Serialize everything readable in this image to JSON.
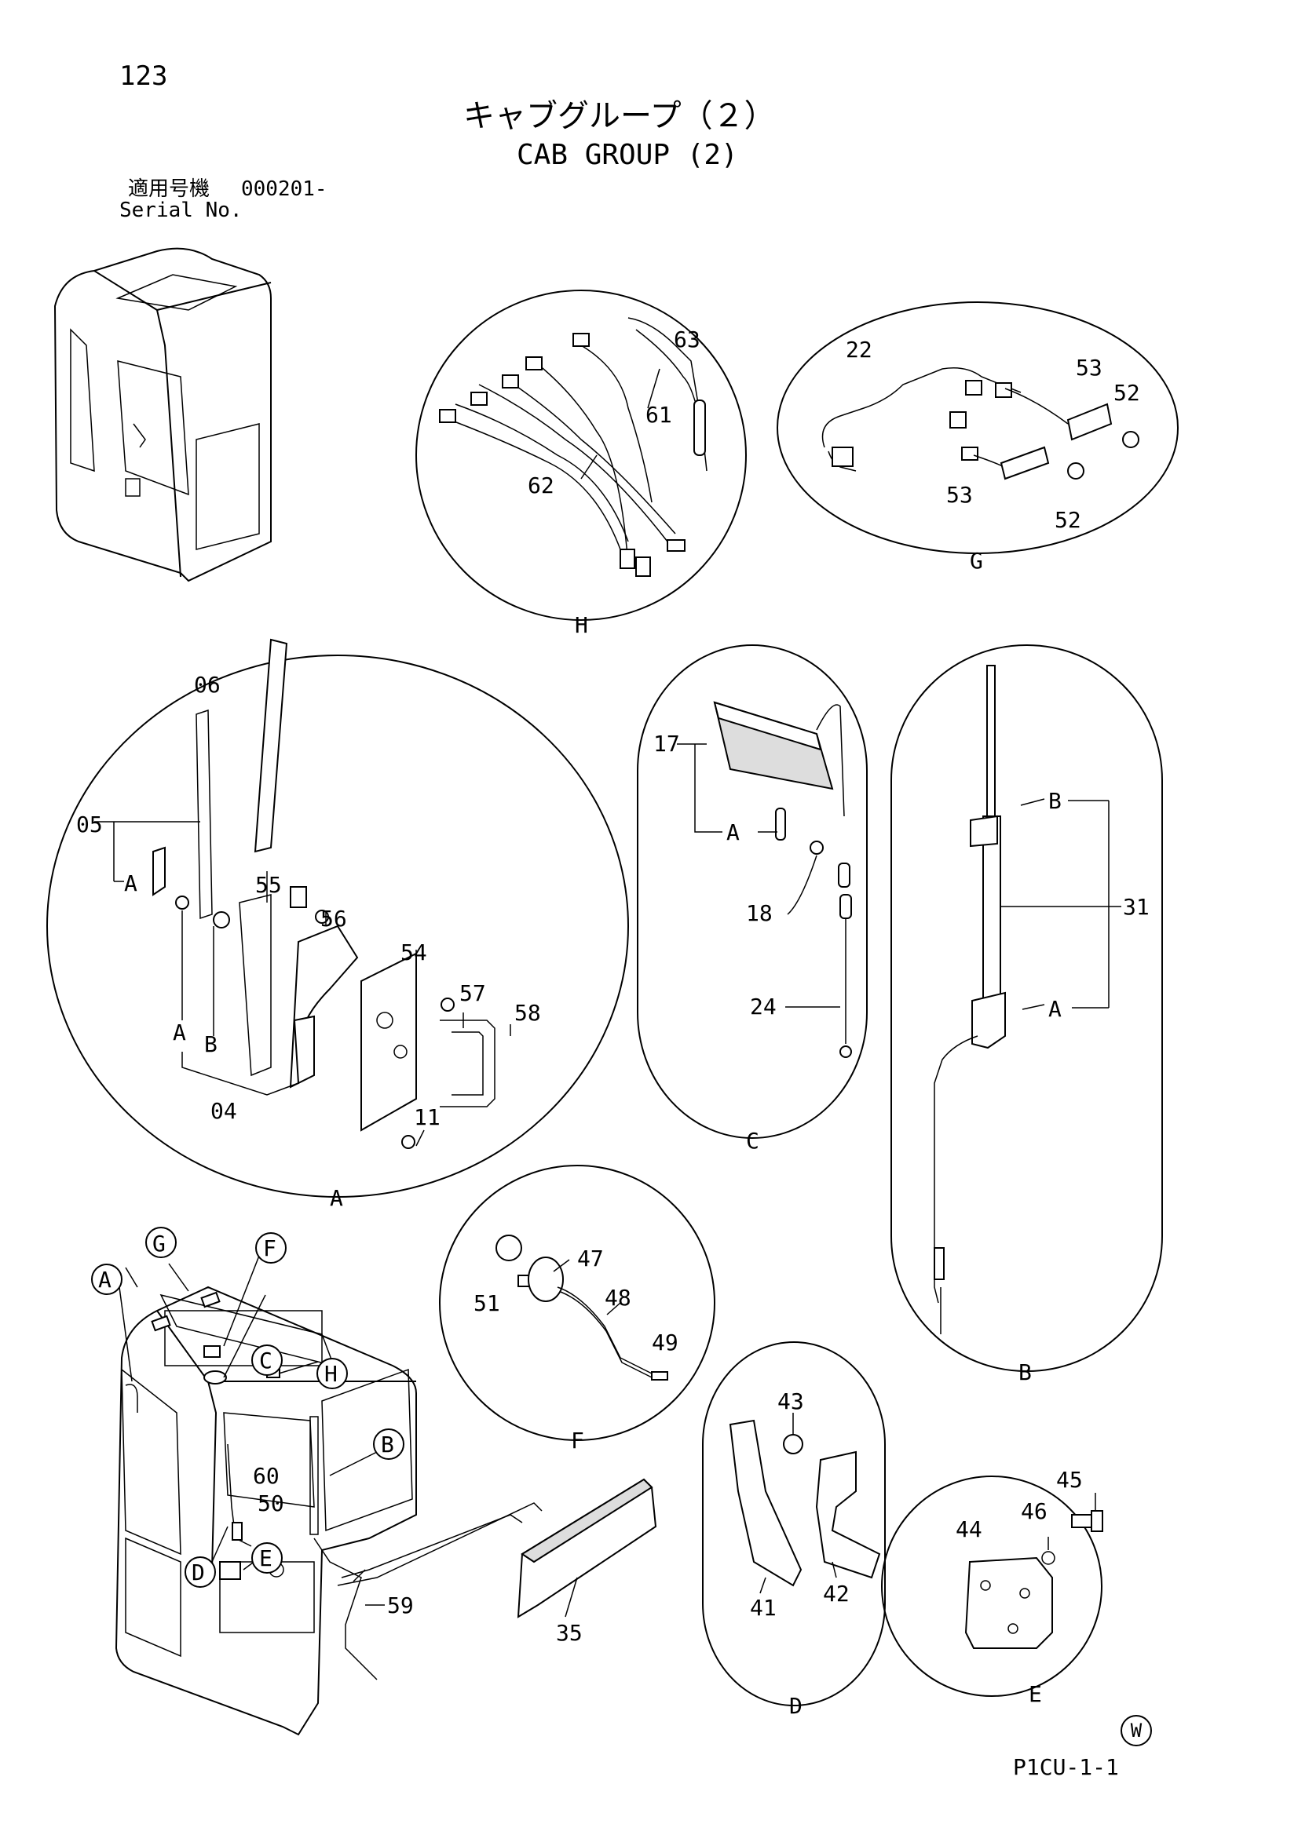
{
  "header": {
    "page_number": "123",
    "title_jp": "キャブグループ（２）",
    "title_en": "CAB GROUP (2)",
    "serial_label_jp": "適用号機",
    "serial_value": "000201-",
    "serial_label_en": "Serial No."
  },
  "footer": {
    "watermark": "W",
    "ref_code": "P1CU-1-1"
  },
  "groups": {
    "H": {
      "label": "H",
      "parts": [
        "63",
        "61",
        "62"
      ]
    },
    "G": {
      "label": "G",
      "parts": [
        "22",
        "53",
        "52",
        "53",
        "52"
      ]
    },
    "A": {
      "label": "A",
      "parts": [
        "06",
        "05",
        "A",
        "55",
        "56",
        "54",
        "57",
        "58",
        "A",
        "B",
        "04",
        "11"
      ]
    },
    "C": {
      "label": "C",
      "parts": [
        "17",
        "A",
        "18",
        "24"
      ]
    },
    "B": {
      "label": "B",
      "parts": [
        "B",
        "31",
        "A"
      ]
    },
    "F": {
      "label": "F",
      "parts": [
        "47",
        "51",
        "48",
        "49"
      ]
    },
    "D": {
      "label": "D",
      "parts": [
        "43",
        "42",
        "41"
      ]
    },
    "E": {
      "label": "E",
      "parts": [
        "45",
        "46",
        "44"
      ]
    }
  },
  "overview": {
    "callouts": [
      "G",
      "F",
      "A",
      "C",
      "H",
      "B",
      "E",
      "D"
    ],
    "parts": [
      "60",
      "50",
      "59",
      "35"
    ]
  }
}
